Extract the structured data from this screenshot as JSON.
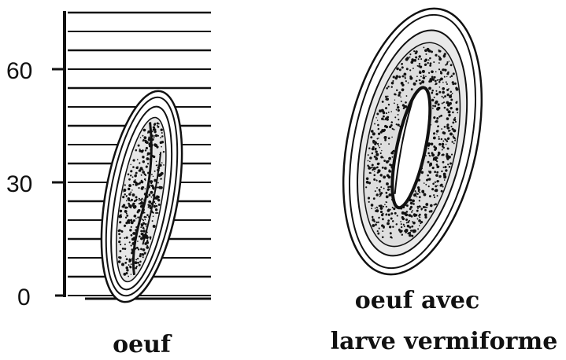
{
  "scale": {
    "ticks": [
      {
        "value": 60,
        "label": "60"
      },
      {
        "value": 30,
        "label": "30"
      },
      {
        "value": 0,
        "label": "0"
      }
    ]
  },
  "captions": {
    "egg": "oeuf",
    "egg_with_larva_line1": "oeuf avec",
    "egg_with_larva_line2": "larve vermiforme"
  },
  "colors": {
    "ink": "#111111",
    "background": "#ffffff"
  }
}
